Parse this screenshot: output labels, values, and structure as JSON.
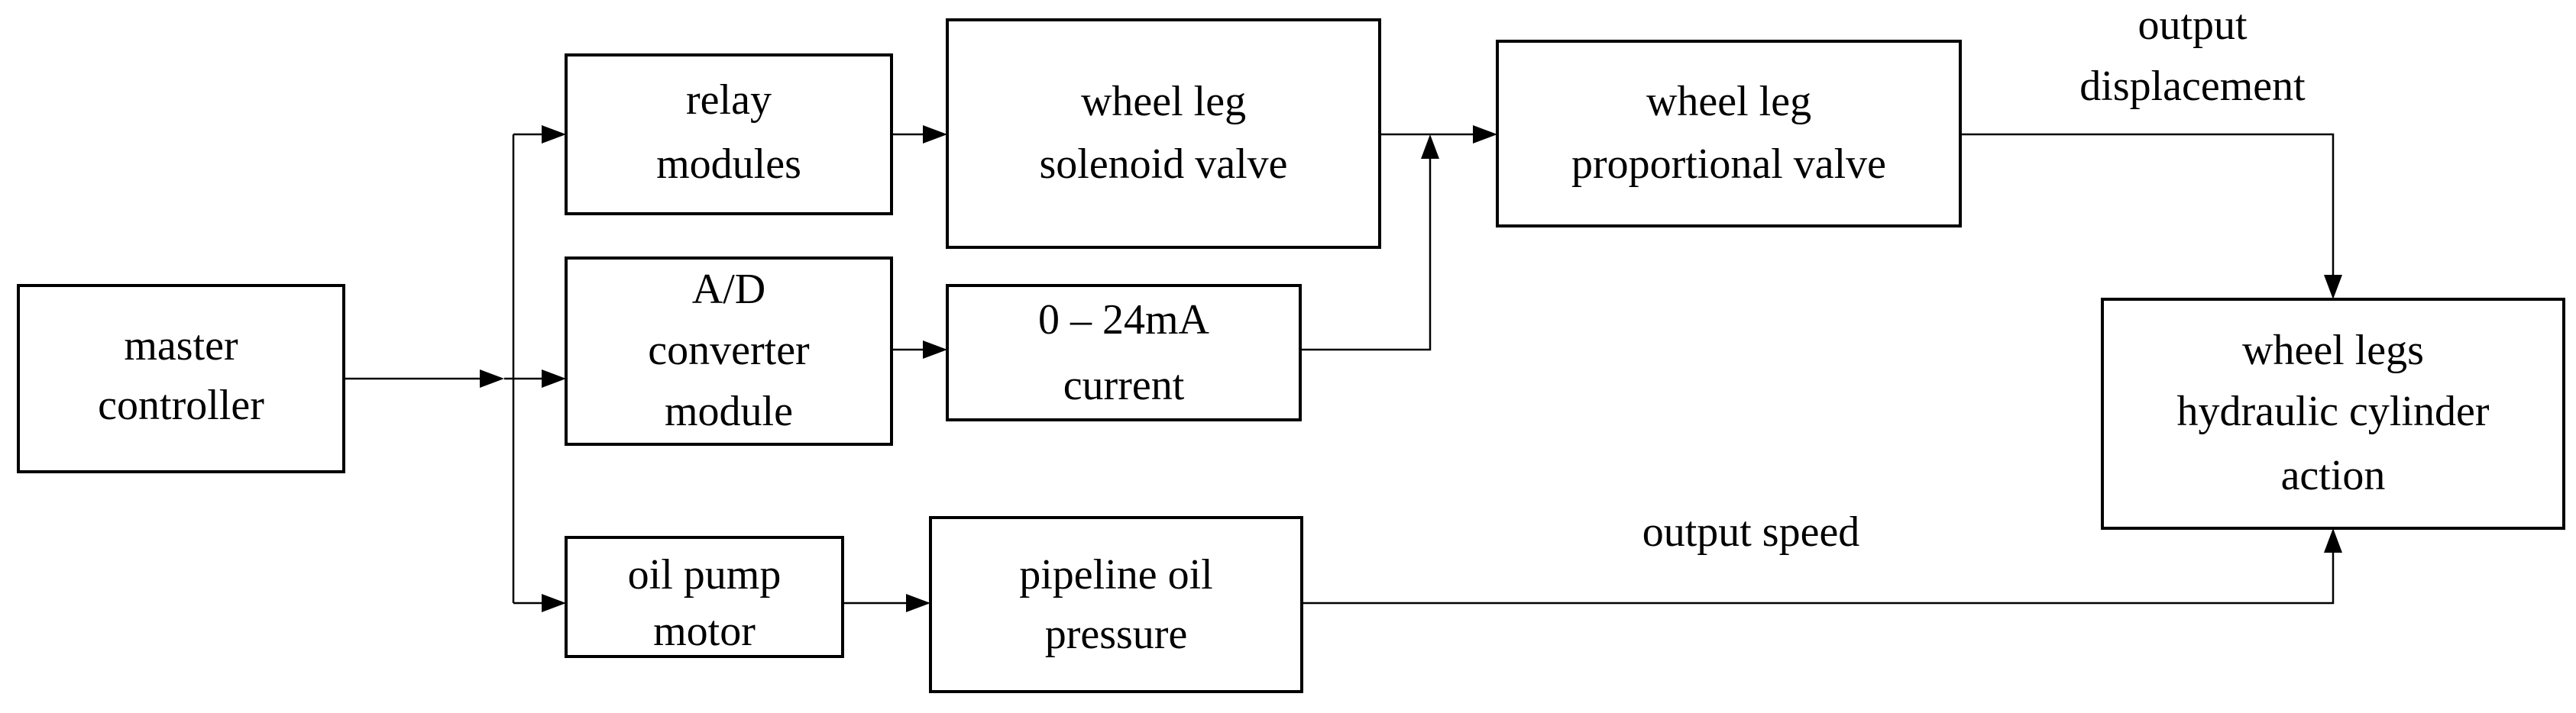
{
  "blocks": {
    "master_controller": {
      "lines": [
        "master",
        "controller"
      ]
    },
    "relay_modules": {
      "lines": [
        "relay",
        "modules"
      ]
    },
    "ad_converter_module": {
      "lines": [
        "A/D",
        "converter",
        "module"
      ]
    },
    "oil_pump_motor": {
      "lines": [
        "oil pump",
        "motor"
      ]
    },
    "solenoid_valve": {
      "lines": [
        "wheel leg",
        "solenoid valve"
      ]
    },
    "current_source": {
      "lines": [
        "0 – 24mA",
        "current"
      ]
    },
    "pipeline_oil_pressure": {
      "lines": [
        "pipeline oil",
        "pressure"
      ]
    },
    "proportional_valve": {
      "lines": [
        "wheel leg",
        "proportional valve"
      ]
    },
    "hydraulic_cylinder_action": {
      "lines": [
        "wheel legs",
        "hydraulic cylinder",
        "action"
      ]
    }
  },
  "signals": {
    "output_displacement": {
      "lines": [
        "output",
        "displacement"
      ]
    },
    "output_speed": {
      "lines": [
        "output speed"
      ]
    }
  }
}
